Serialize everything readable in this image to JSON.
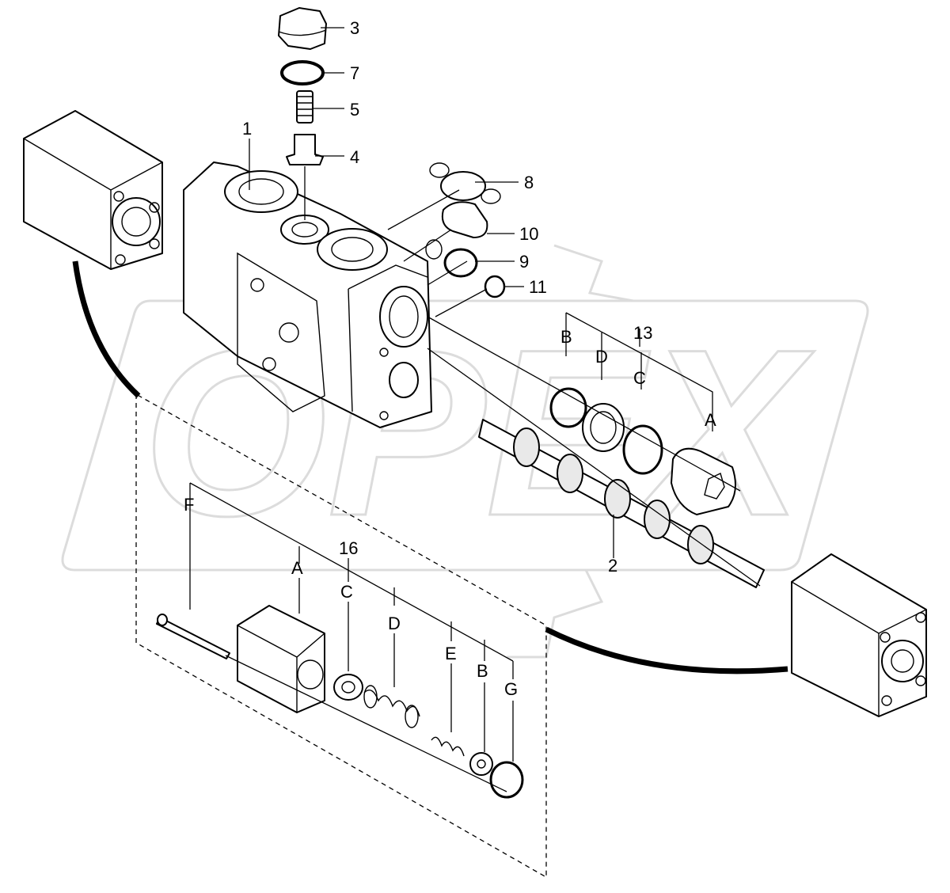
{
  "watermark": {
    "text": "OPEX"
  },
  "callouts": {
    "c1": "1",
    "c2": "2",
    "c3": "3",
    "c4": "4",
    "c5": "5",
    "c7": "7",
    "c8": "8",
    "c9": "9",
    "c10": "10",
    "c11": "11",
    "c13": "13",
    "c16": "16",
    "k13A": "A",
    "k13B": "B",
    "k13C": "C",
    "k13D": "D",
    "k16A": "A",
    "k16B": "B",
    "k16C": "C",
    "k16D": "D",
    "k16E": "E",
    "k16F": "F",
    "k16G": "G"
  }
}
